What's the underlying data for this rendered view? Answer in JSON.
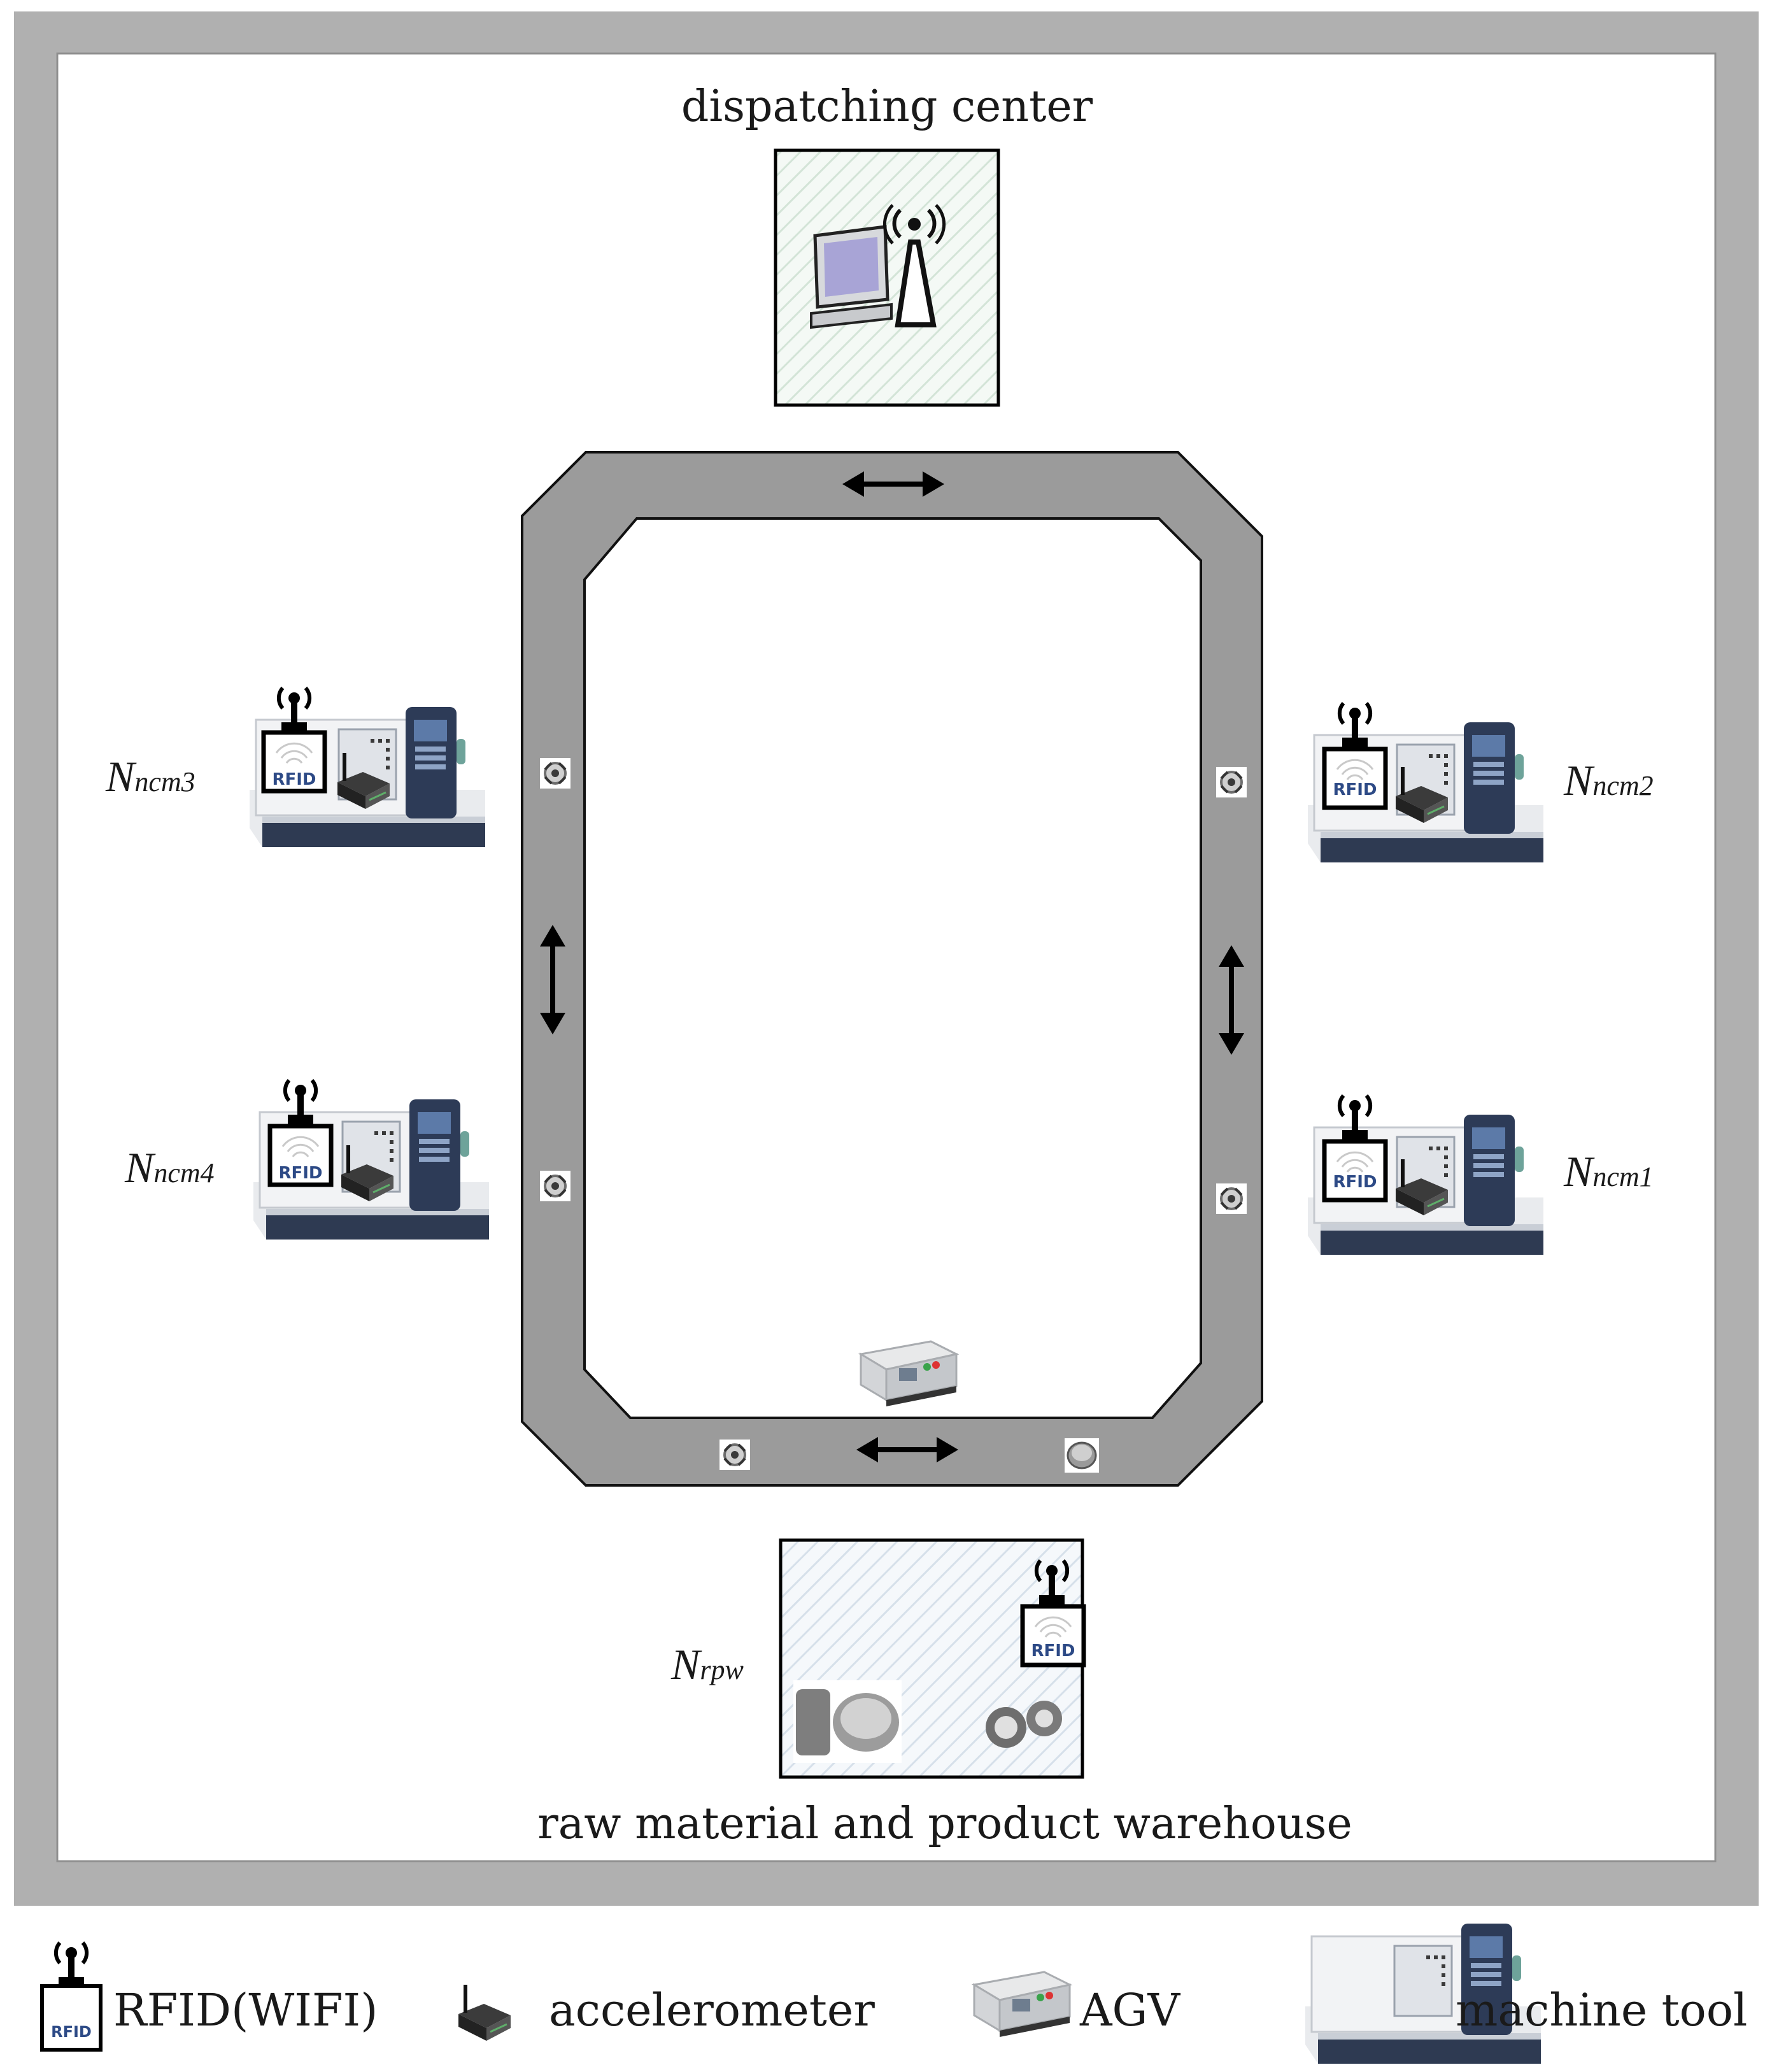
{
  "diagram": {
    "dispatching_center_label": "dispatching center",
    "warehouse_label": "raw material and product warehouse",
    "rfid_tag_text": "RFID",
    "nodes": [
      {
        "id": "ncm3",
        "base": "N",
        "sub": "ncm3"
      },
      {
        "id": "ncm2",
        "base": "N",
        "sub": "ncm2"
      },
      {
        "id": "ncm4",
        "base": "N",
        "sub": "ncm4"
      },
      {
        "id": "ncm1",
        "base": "N",
        "sub": "ncm1"
      },
      {
        "id": "rpw",
        "base": "N",
        "sub": "rpw"
      }
    ]
  },
  "legend": {
    "items": [
      {
        "icon": "rfid-wifi-icon",
        "label": "RFID(WIFI)"
      },
      {
        "icon": "accelerometer-icon",
        "label": "accelerometer"
      },
      {
        "icon": "agv-icon",
        "label": "AGV"
      },
      {
        "icon": "machine-tool-icon",
        "label": "machine tool"
      }
    ]
  },
  "colors": {
    "frame": "#b0b0b0",
    "track": "#9b9b9b",
    "machine_base": "#2e3a52",
    "rfid_text": "#2d4a86",
    "hatch": "#d9e6dc"
  }
}
